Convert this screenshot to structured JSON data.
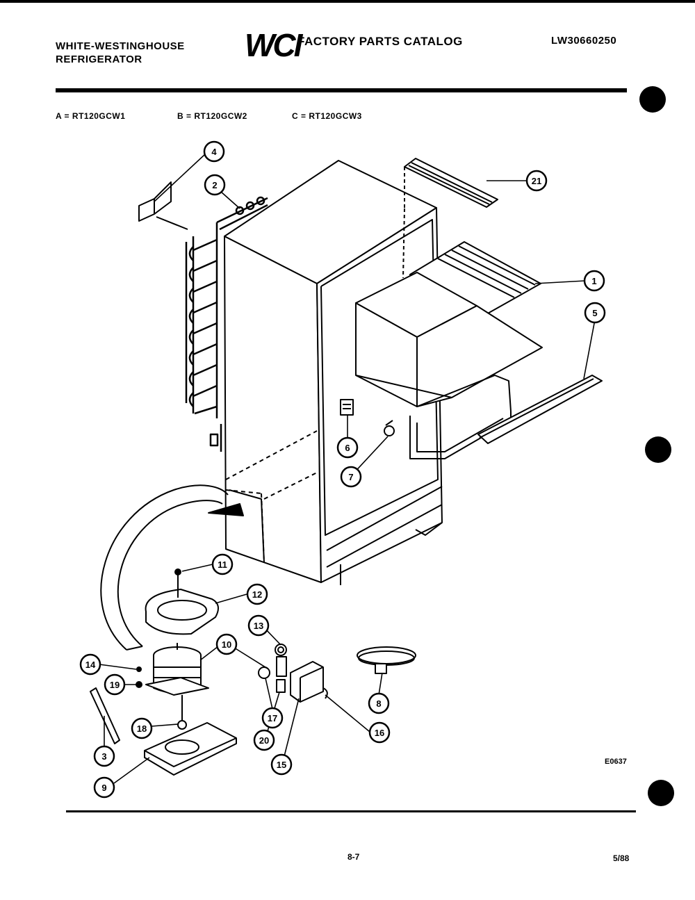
{
  "header": {
    "brand_line1": "WHITE-WESTINGHOUSE",
    "brand_line2": "REFRIGERATOR",
    "logo": "WCI",
    "catalog_title": "FACTORY PARTS CATALOG",
    "catalog_number": "LW30660250"
  },
  "models": {
    "a": "A = RT120GCW1",
    "b": "B = RT120GCW2",
    "c": "C = RT120GCW3"
  },
  "diagram": {
    "callouts": [
      "1",
      "2",
      "3",
      "4",
      "5",
      "6",
      "7",
      "8",
      "9",
      "10",
      "11",
      "12",
      "13",
      "14",
      "15",
      "16",
      "17",
      "18",
      "19",
      "20",
      "21"
    ],
    "drawing_code": "E0637"
  },
  "footer": {
    "page": "8-7",
    "date": "5/88"
  },
  "colors": {
    "ink": "#000000",
    "paper": "#ffffff"
  }
}
